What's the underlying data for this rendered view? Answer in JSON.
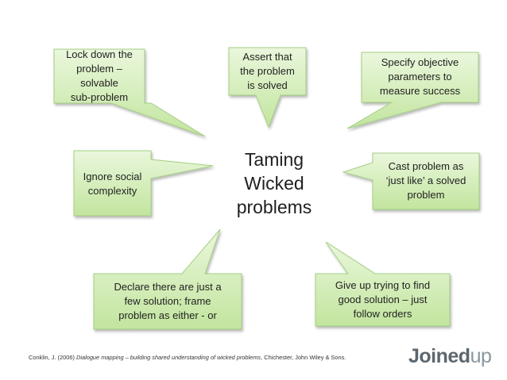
{
  "title": {
    "lines": [
      "Taming",
      "Wicked",
      "problems"
    ]
  },
  "callouts": [
    {
      "id": "lock-down",
      "lines": [
        "Lock down the",
        "problem – solvable",
        "sub-problem"
      ]
    },
    {
      "id": "assert-solved",
      "lines": [
        "Assert that",
        "the problem",
        "is solved"
      ]
    },
    {
      "id": "specify-objective",
      "lines": [
        "Specify objective",
        "parameters to",
        "measure success"
      ]
    },
    {
      "id": "ignore-social",
      "lines": [
        "Ignore social",
        "complexity"
      ]
    },
    {
      "id": "cast-problem",
      "lines": [
        "Cast problem as",
        "‘just like’ a solved",
        "problem"
      ]
    },
    {
      "id": "declare-solutions",
      "lines": [
        "Declare there are just a",
        "few solution; frame",
        "problem as either - or"
      ]
    },
    {
      "id": "give-up",
      "lines": [
        "Give up trying to find",
        "good solution – just",
        "follow orders"
      ]
    }
  ],
  "citation": {
    "prefix": "Conklin, J. (2006) ",
    "title": "Dialogue mapping – building shared understanding of wicked problems",
    "suffix": ", Chichester, John Wiley & Sons."
  },
  "logo": {
    "joined": "Joined",
    "up": "up"
  },
  "colors": {
    "box_fill_top": "#eaf7dc",
    "box_fill_bottom": "#bfe39a",
    "box_border": "#9cc97a",
    "logo_dark": "#5b6770",
    "logo_light": "#8c979f"
  }
}
